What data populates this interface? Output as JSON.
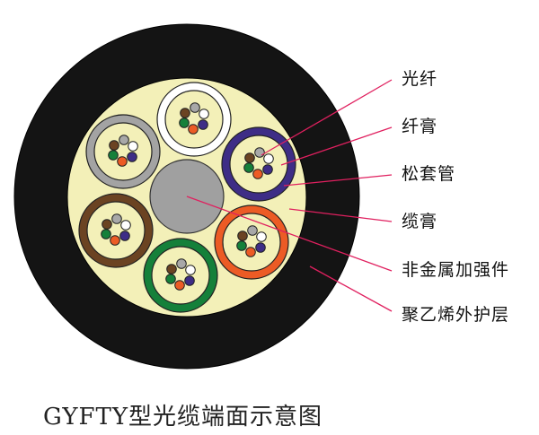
{
  "title": "GYFTY型光缆端面示意图",
  "labels": [
    "光纤",
    "纤膏",
    "松套管",
    "缆膏",
    "非金属加强件",
    "聚乙烯外护层"
  ],
  "colors": {
    "sheath": "#141414",
    "filling": "#f3f0b8",
    "strength_member": "#a0a0a0",
    "leader_line": "#e0205f",
    "tubes": [
      "#ffffff",
      "#3e2d86",
      "#ec5b25",
      "#15803a",
      "#6b4322",
      "#a3a3a3"
    ],
    "fibers": [
      "#a8a8a8",
      "#ffffff",
      "#3e2d86",
      "#ec5b25",
      "#15803a",
      "#6b4322"
    ]
  }
}
